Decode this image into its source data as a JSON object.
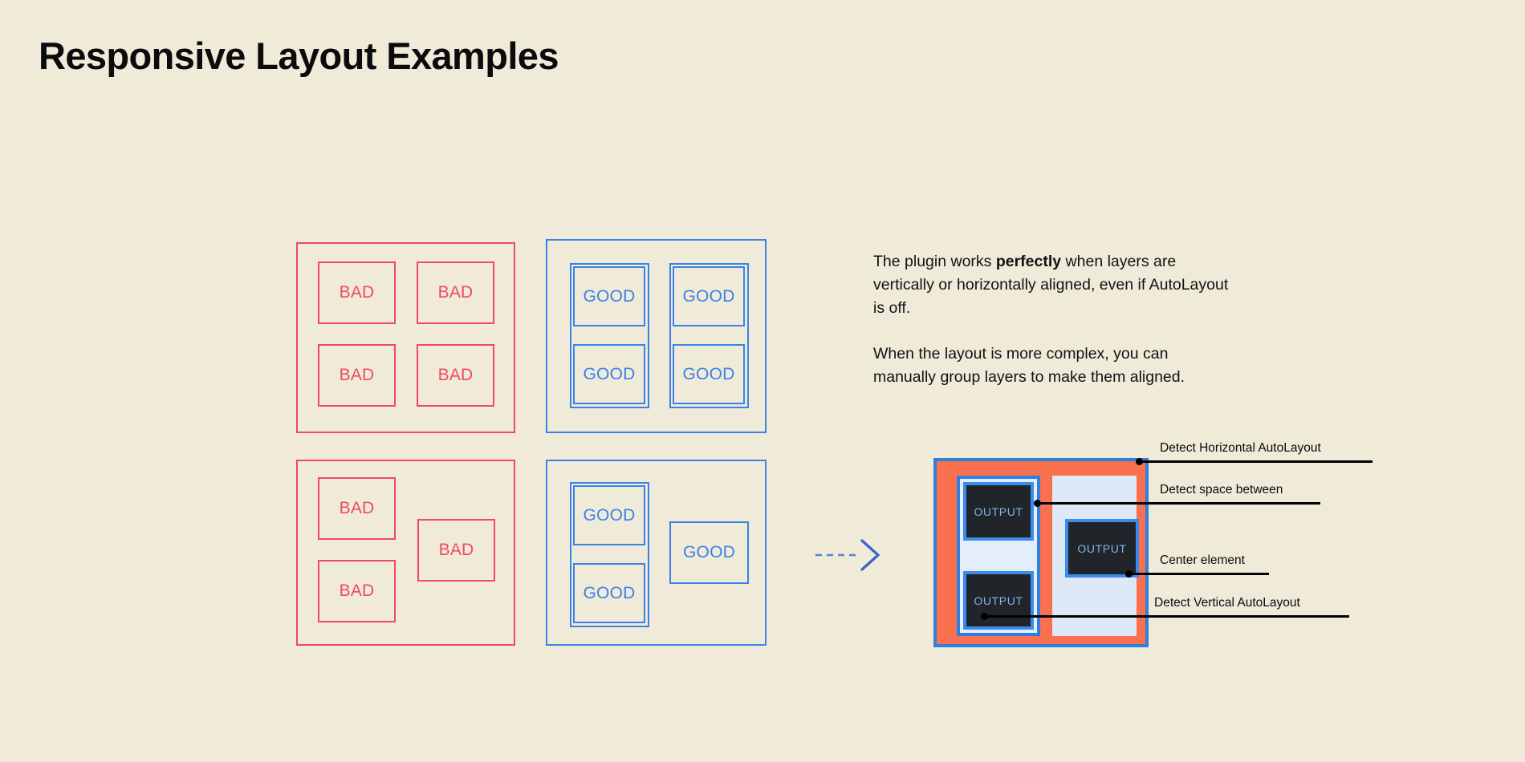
{
  "page": {
    "title": "Responsive Layout Examples",
    "background_color": "#F0EAD9",
    "bad_color": "#F04A5E",
    "good_color": "#3B82E8",
    "ink_color": "#0B0B0D",
    "coral_color": "#F9704F",
    "lightblue_color": "#DDE9F7",
    "output_bg_color": "#212429"
  },
  "examples": {
    "bad_grid": {
      "label": "bad-grid-panel",
      "cells": [
        "BAD",
        "BAD",
        "BAD",
        "BAD"
      ]
    },
    "good_grid": {
      "label": "good-grid-panel",
      "groups": [
        {
          "cells": [
            "GOOD",
            "GOOD"
          ]
        },
        {
          "cells": [
            "GOOD",
            "GOOD"
          ]
        }
      ]
    },
    "bad_offset": {
      "label": "bad-offset-panel",
      "cells": [
        "BAD",
        "BAD",
        "BAD"
      ]
    },
    "good_offset": {
      "label": "good-offset-panel",
      "groups": [
        {
          "cells": [
            "GOOD",
            "GOOD"
          ]
        }
      ],
      "single": "GOOD"
    }
  },
  "description": {
    "paragraph_1": {
      "part_a": "The plugin works ",
      "emphasis": "perfectly",
      "part_b": " when layers are vertically or horizontally aligned, even if AutoLayout is off."
    },
    "paragraph_2": "When the layout is more complex, you can manually group layers to make them aligned."
  },
  "detection": {
    "output_boxes": [
      "OUTPUT",
      "OUTPUT",
      "OUTPUT"
    ],
    "callouts": [
      {
        "label": "Detect Horizontal AutoLayout"
      },
      {
        "label": "Detect space between"
      },
      {
        "label": "Center element"
      },
      {
        "label": "Detect Vertical AutoLayout"
      }
    ]
  },
  "flow": {
    "arrow_icon": "arrow-right-dashed-icon"
  }
}
